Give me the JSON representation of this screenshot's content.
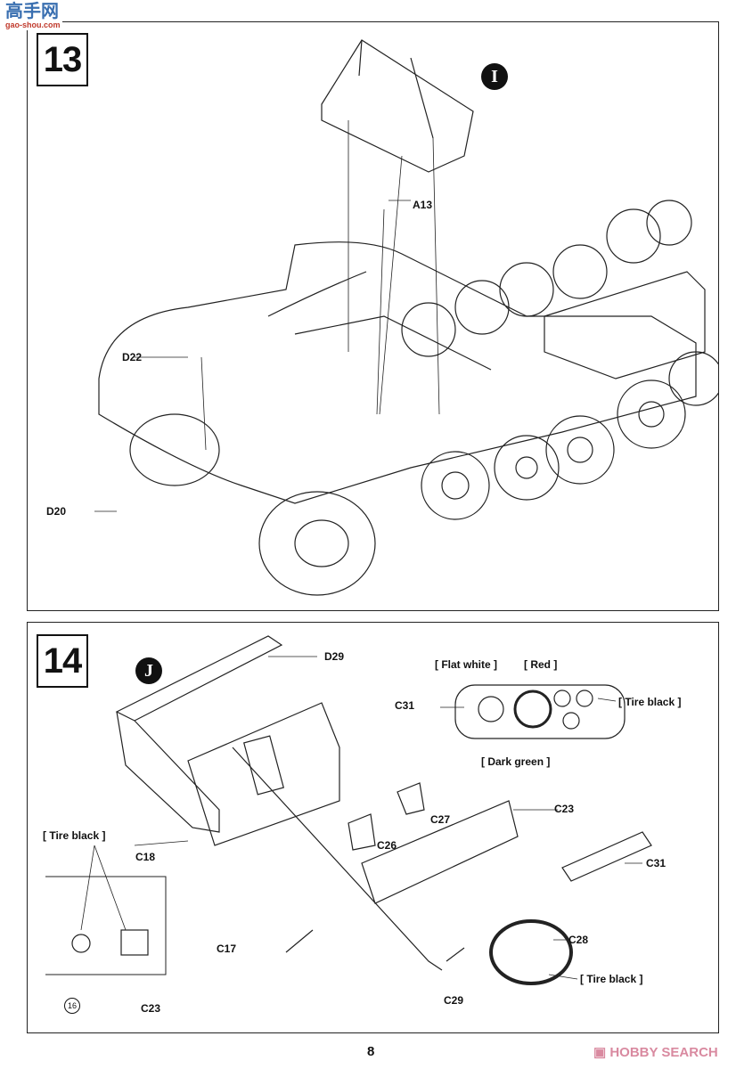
{
  "watermark": {
    "logo_text": "高手网",
    "url_text": "gao-shou.com"
  },
  "step13": {
    "number": "13",
    "subassembly": "I",
    "labels": {
      "a13": "A13",
      "d22": "D22",
      "d20": "D20"
    }
  },
  "step14": {
    "number": "14",
    "subassembly": "J",
    "labels": {
      "d29": "D29",
      "flat_white": "[ Flat white ]",
      "red": "[ Red ]",
      "c31_top": "C31",
      "tire_black_gauges": "[ Tire black ]",
      "dark_green": "[ Dark green ]",
      "c23_right": "C23",
      "c27": "C27",
      "c26": "C26",
      "c18": "C18",
      "tire_black_inset": "[ Tire black ]",
      "c31_right": "C31",
      "c28": "C28",
      "c17": "C17",
      "tire_black_wheel": "[ Tire black ]",
      "c23_inset": "C23",
      "c29": "C29",
      "decal_number": "16"
    }
  },
  "footer": {
    "page_number": "8",
    "brand_logo": "HOBBY SEARCH"
  }
}
